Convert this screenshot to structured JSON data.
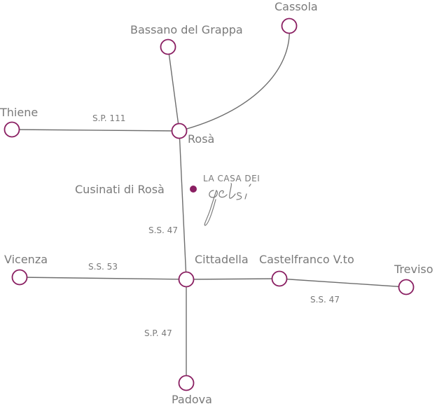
{
  "colors": {
    "node": "#8a1f62",
    "road": "#6e6e6e",
    "text": "#7a7a7a",
    "poi": "#8a1f62"
  },
  "towns": {
    "cassola": "Cassola",
    "bassano": "Bassano del Grappa",
    "thiene": "Thiene",
    "rosa": "Rosà",
    "vicenza": "Vicenza",
    "cittadella": "Cittadella",
    "castelfranco": "Castelfranco V.to",
    "treviso": "Treviso",
    "padova": "Padova"
  },
  "roads": {
    "thiene_rosa": "S.P. 111",
    "rosa_cittadella": "S.S. 47",
    "vicenza_cittadella": "S.S. 53",
    "castelfranco_treviso": "S.S. 47",
    "cittadella_padova": "S.P. 47"
  },
  "poi": {
    "label": "Cusinati di Rosà"
  },
  "logo": {
    "line1": "LA CASA DEI",
    "line2": "gelsi"
  }
}
